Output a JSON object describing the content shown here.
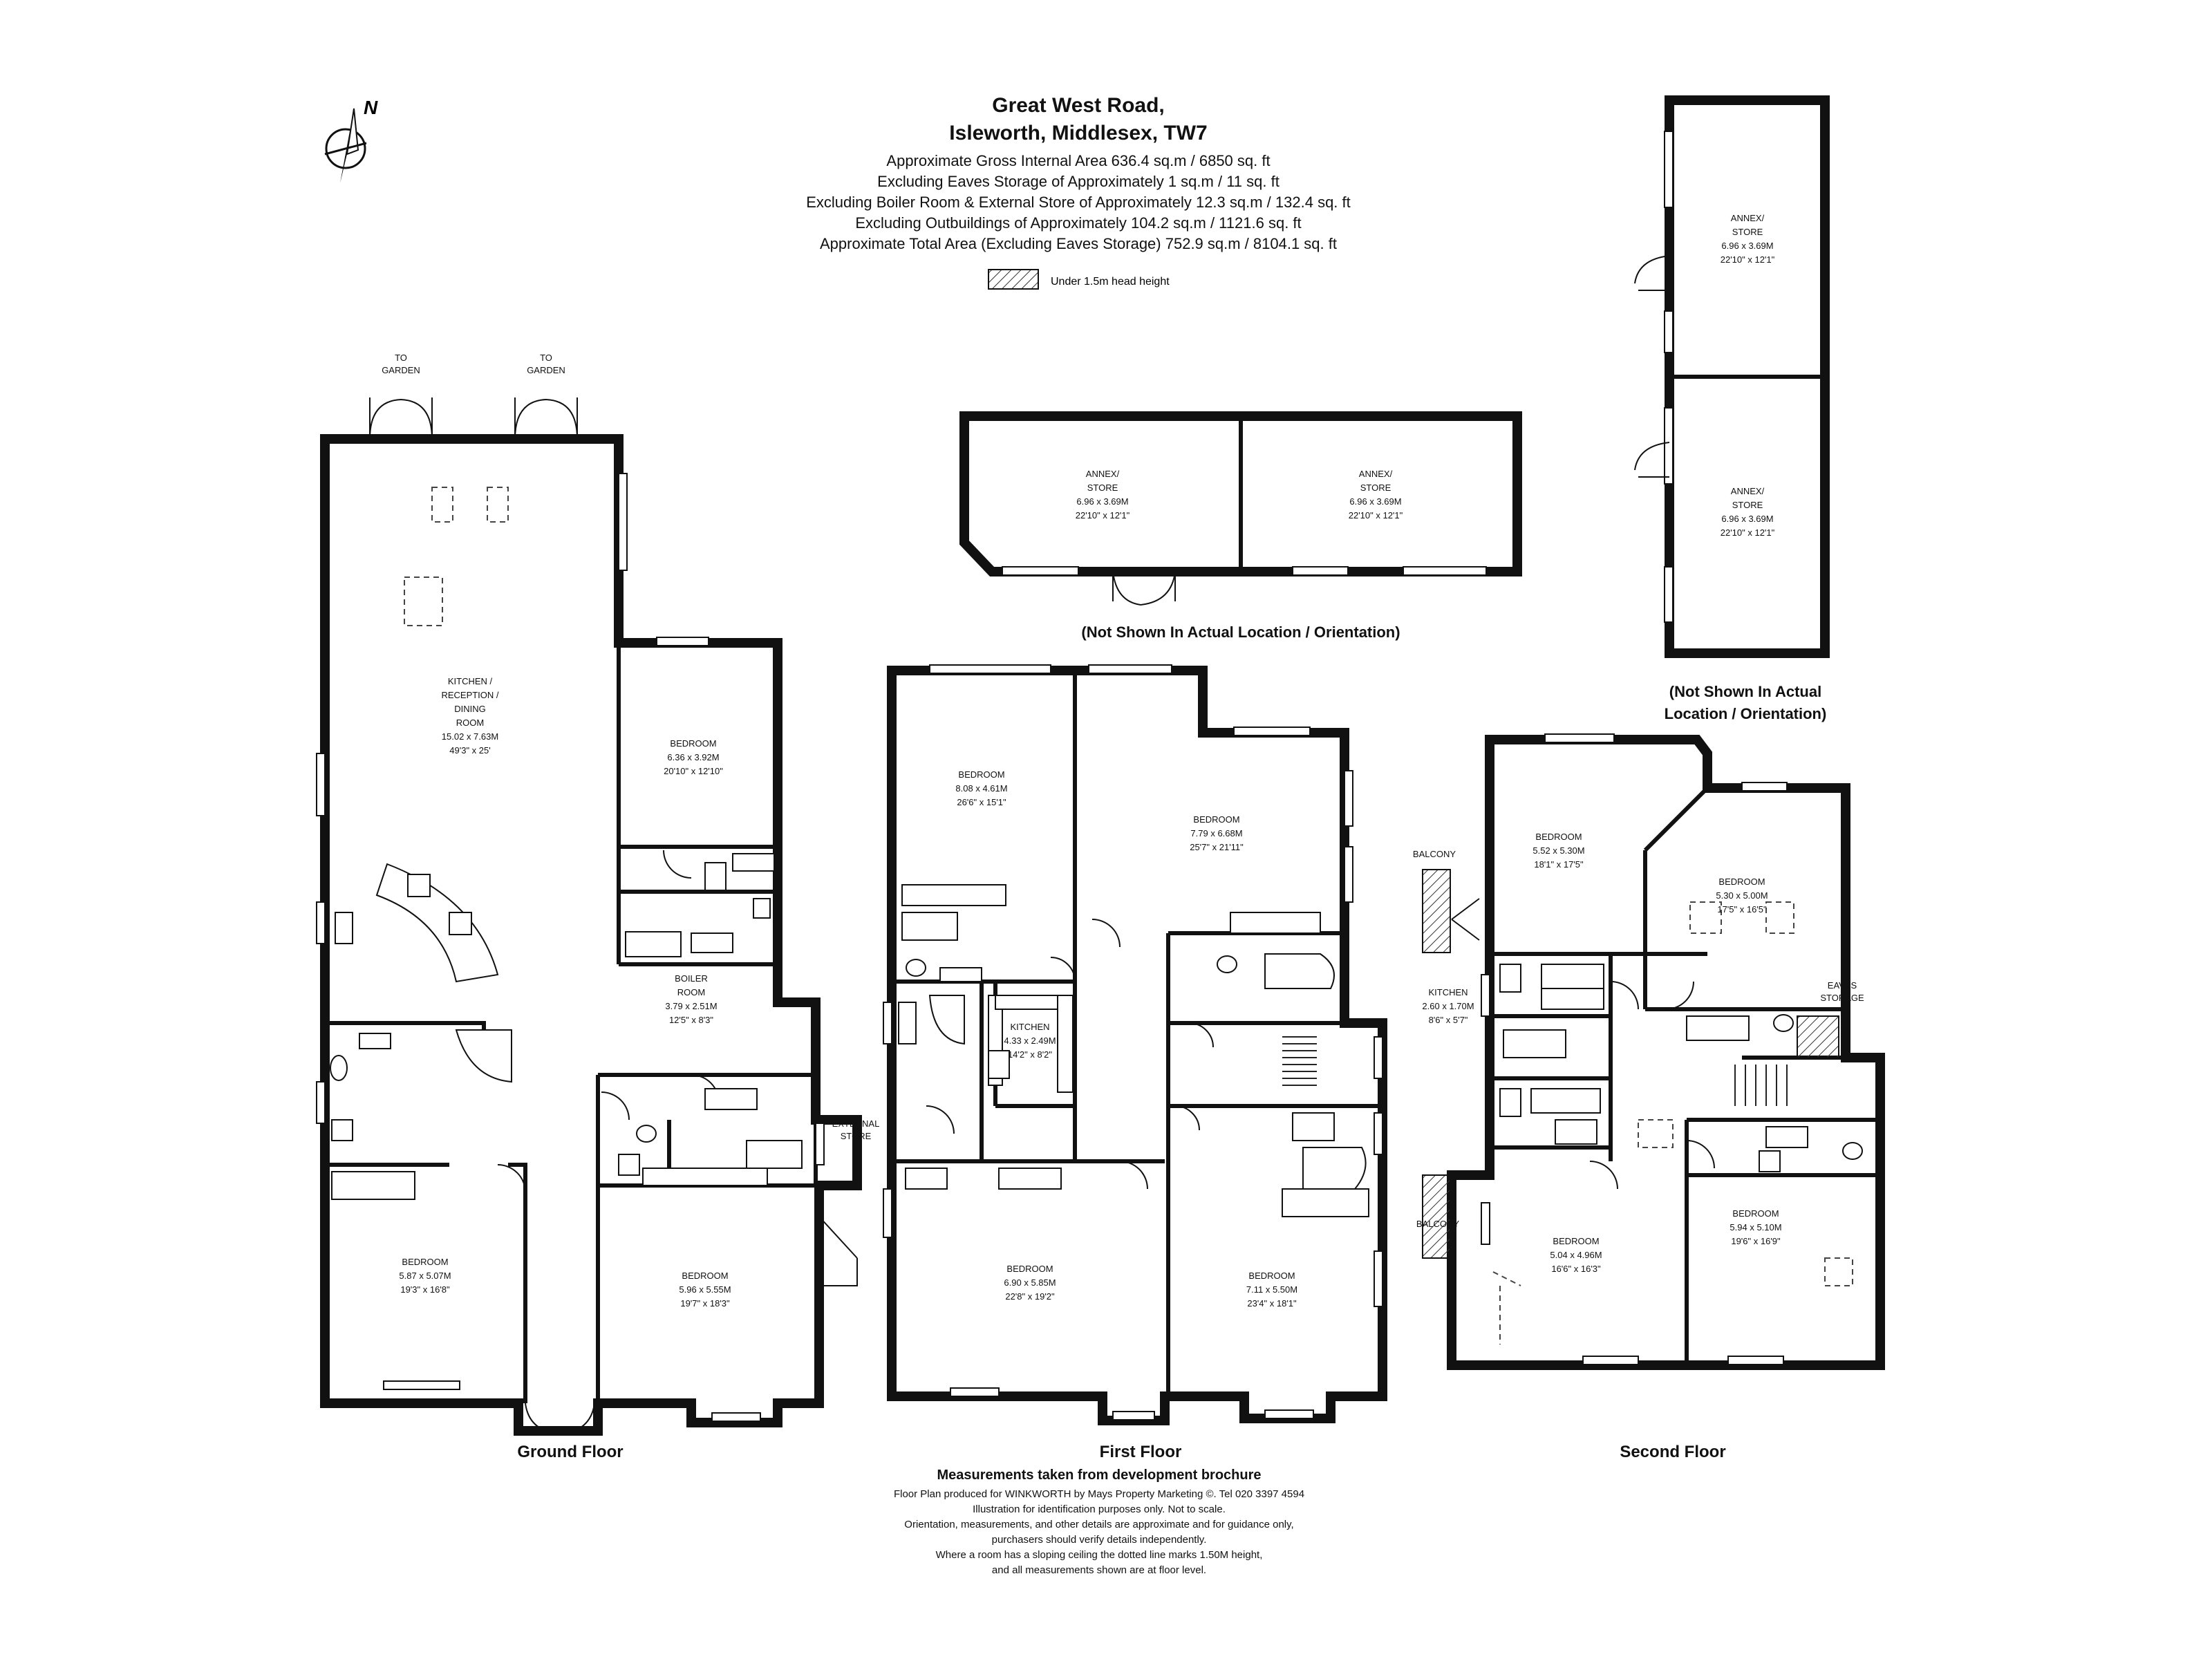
{
  "header": {
    "title_line1": "Great West Road,",
    "title_line2": "Isleworth, Middlesex, TW7",
    "areas": [
      "Approximate Gross Internal Area 636.4 sq.m /  6850 sq. ft",
      "Excluding Eaves Storage of Approximately 1 sq.m /  11 sq. ft",
      "Excluding Boiler Room & External Store of Approximately 12.3 sq.m /  132.4 sq. ft",
      "Excluding Outbuildings of Approximately 104.2 sq.m /  1121.6 sq. ft",
      "Approximate Total Area (Excluding Eaves Storage) 752.9 sq.m /  8104.1 sq. ft"
    ],
    "legend_label": "Under 1.5m head height"
  },
  "compass": {
    "label": "N"
  },
  "floors": {
    "ground": "Ground Floor",
    "first": "First Floor",
    "second": "Second Floor"
  },
  "ground_rooms": {
    "to_garden": [
      "TO",
      "GARDEN"
    ],
    "kitchen": [
      "KITCHEN /",
      "RECEPTION /",
      "DINING",
      "ROOM",
      "15.02 x 7.63M",
      "49'3\" x 25'"
    ],
    "bed_ne": [
      "BEDROOM",
      "6.36 x 3.92M",
      "20'10\" x 12'10\""
    ],
    "boiler": [
      "BOILER",
      "ROOM",
      "3.79 x 2.51M",
      "12'5\" x 8'3\""
    ],
    "external_store": [
      "EXTERNAL",
      "STORE"
    ],
    "bed_sw": [
      "BEDROOM",
      "5.87 x 5.07M",
      "19'3\" x 16'8\""
    ],
    "bed_se": [
      "BEDROOM",
      "5.96 x 5.55M",
      "19'7\" x 18'3\""
    ]
  },
  "first_rooms": {
    "bed_nw": [
      "BEDROOM",
      "8.08 x 4.61M",
      "26'6\" x 15'1\""
    ],
    "bed_ne": [
      "BEDROOM",
      "7.79 x 6.68M",
      "25'7\" x 21'11\""
    ],
    "kitchen": [
      "KITCHEN",
      "4.33 x 2.49M",
      "14'2\" x 8'2\""
    ],
    "bed_sw": [
      "BEDROOM",
      "6.90 x 5.85M",
      "22'8\" x 19'2\""
    ],
    "bed_se": [
      "BEDROOM",
      "7.11 x 5.50M",
      "23'4\" x 18'1\""
    ]
  },
  "second_rooms": {
    "balcony_top": "BALCONY",
    "bed_n": [
      "BEDROOM",
      "5.52 x 5.30M",
      "18'1\" x 17'5\""
    ],
    "bed_ne": [
      "BEDROOM",
      "5.30 x 5.00M",
      "17'5\" x 16'5\""
    ],
    "kitchen": [
      "KITCHEN",
      "2.60 x 1.70M",
      "8'6\" x 5'7\""
    ],
    "eaves": [
      "EAVES",
      "STORAGE"
    ],
    "balcony_bottom": "BALCONY",
    "bed_sw": [
      "BEDROOM",
      "5.04 x 4.96M",
      "16'6\" x 16'3\""
    ],
    "bed_se": [
      "BEDROOM",
      "5.94 x 5.10M",
      "19'6\" x 16'9\""
    ]
  },
  "annex": {
    "label": [
      "ANNEX/",
      "STORE",
      "6.96 x 3.69M",
      "22'10\" x 12'1\""
    ],
    "note_horizontal": "(Not Shown In Actual Location / Orientation)",
    "note_vertical": [
      "(Not Shown In Actual",
      "Location / Orientation)"
    ]
  },
  "footer": {
    "bold": "Measurements taken from development brochure",
    "lines": [
      "Floor Plan produced for WINKWORTH by Mays Property Marketing ©.  Tel 020 3397 4594",
      "Illustration for identification purposes only.  Not to scale.",
      "Orientation, measurements, and other details are approximate and for guidance only,",
      "purchasers should verify details independently.",
      "Where a room has a sloping ceiling the dotted line marks 1.50M height,",
      "and all measurements shown are at floor level."
    ]
  }
}
